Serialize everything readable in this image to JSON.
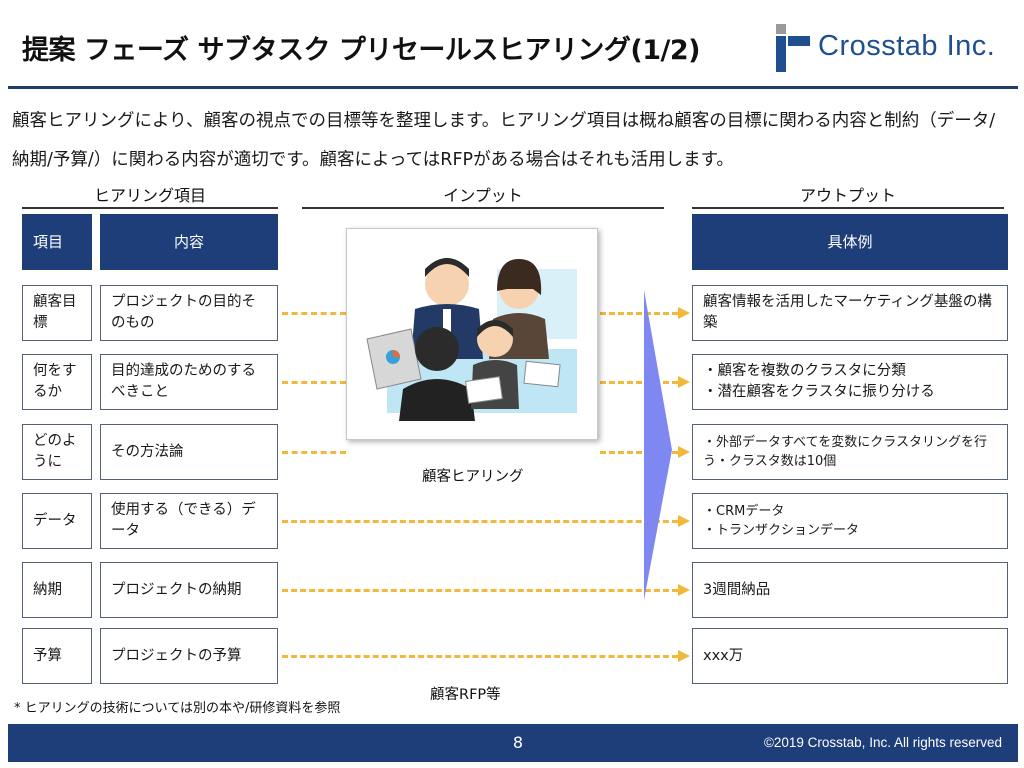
{
  "slide": {
    "title": "提案 フェーズ サブタスク プリセールスヒアリング(1/2)",
    "intro": "顧客ヒアリングにより、顧客の視点での目標等を整理します。ヒアリング項目は概ね顧客の目標に関わる内容と制約（データ/納期/予算/）に関わる内容が適切です。顧客によってはRFPがある場合はそれも活用します。",
    "footnote": "* ヒアリングの技術については別の本や/研修資料を参照"
  },
  "logo": {
    "text": "Crosstab Inc.",
    "color": "#1f4f8f"
  },
  "columns": {
    "hearing": "ヒアリング項目",
    "input": "インプット",
    "output": "アウトプット"
  },
  "table_header": {
    "item": "項目",
    "content": "内容",
    "example": "具体例"
  },
  "rows": [
    {
      "item": "顧客目標",
      "content": "プロジェクトの目的そのもの",
      "output": "顧客情報を活用したマーケティング基盤の構築"
    },
    {
      "item": "何をするか",
      "content": "目的達成のためのするべきこと",
      "output": "・顧客を複数のクラスタに分類\n・潜在顧客をクラスタに振り分ける"
    },
    {
      "item": "どのように",
      "content": "その方法論",
      "output": "・外部データすべてを変数にクラスタリングを行う・クラスタ数は10個"
    },
    {
      "item": "データ",
      "content": "使用する（できる）データ",
      "output": "・CRMデータ\n・トランザクションデータ"
    },
    {
      "item": "納期",
      "content": "プロジェクトの納期",
      "output": "3週間納品"
    },
    {
      "item": "予算",
      "content": "プロジェクトの予算",
      "output": "xxx万"
    }
  ],
  "inputs": {
    "hearing": "顧客ヒアリング",
    "rfp": "顧客RFP等"
  },
  "footer": {
    "page": "8",
    "copyright": "©2019  Crosstab, Inc. All rights reserved"
  },
  "colors": {
    "navy": "#1d3e79",
    "dash": "#f1b93b",
    "funnel": "#7f88f0"
  }
}
